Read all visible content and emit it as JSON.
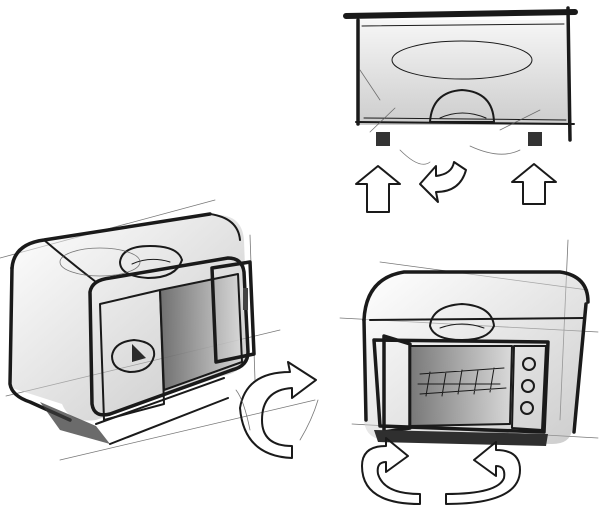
{
  "sketch": {
    "background": "#ffffff",
    "ink_color": "#1a1a1a",
    "shade_color": "#8a8a8a",
    "views": [
      {
        "id": "front-elevation",
        "subject": "toaster-oven",
        "annotation": "airflow-arrows"
      },
      {
        "id": "three-quarter-door-open",
        "subject": "toaster-oven",
        "annotation": "airflow-arrows"
      },
      {
        "id": "front-perspective-door-open",
        "subject": "toaster-oven",
        "annotation": "airflow-arrows"
      }
    ]
  }
}
